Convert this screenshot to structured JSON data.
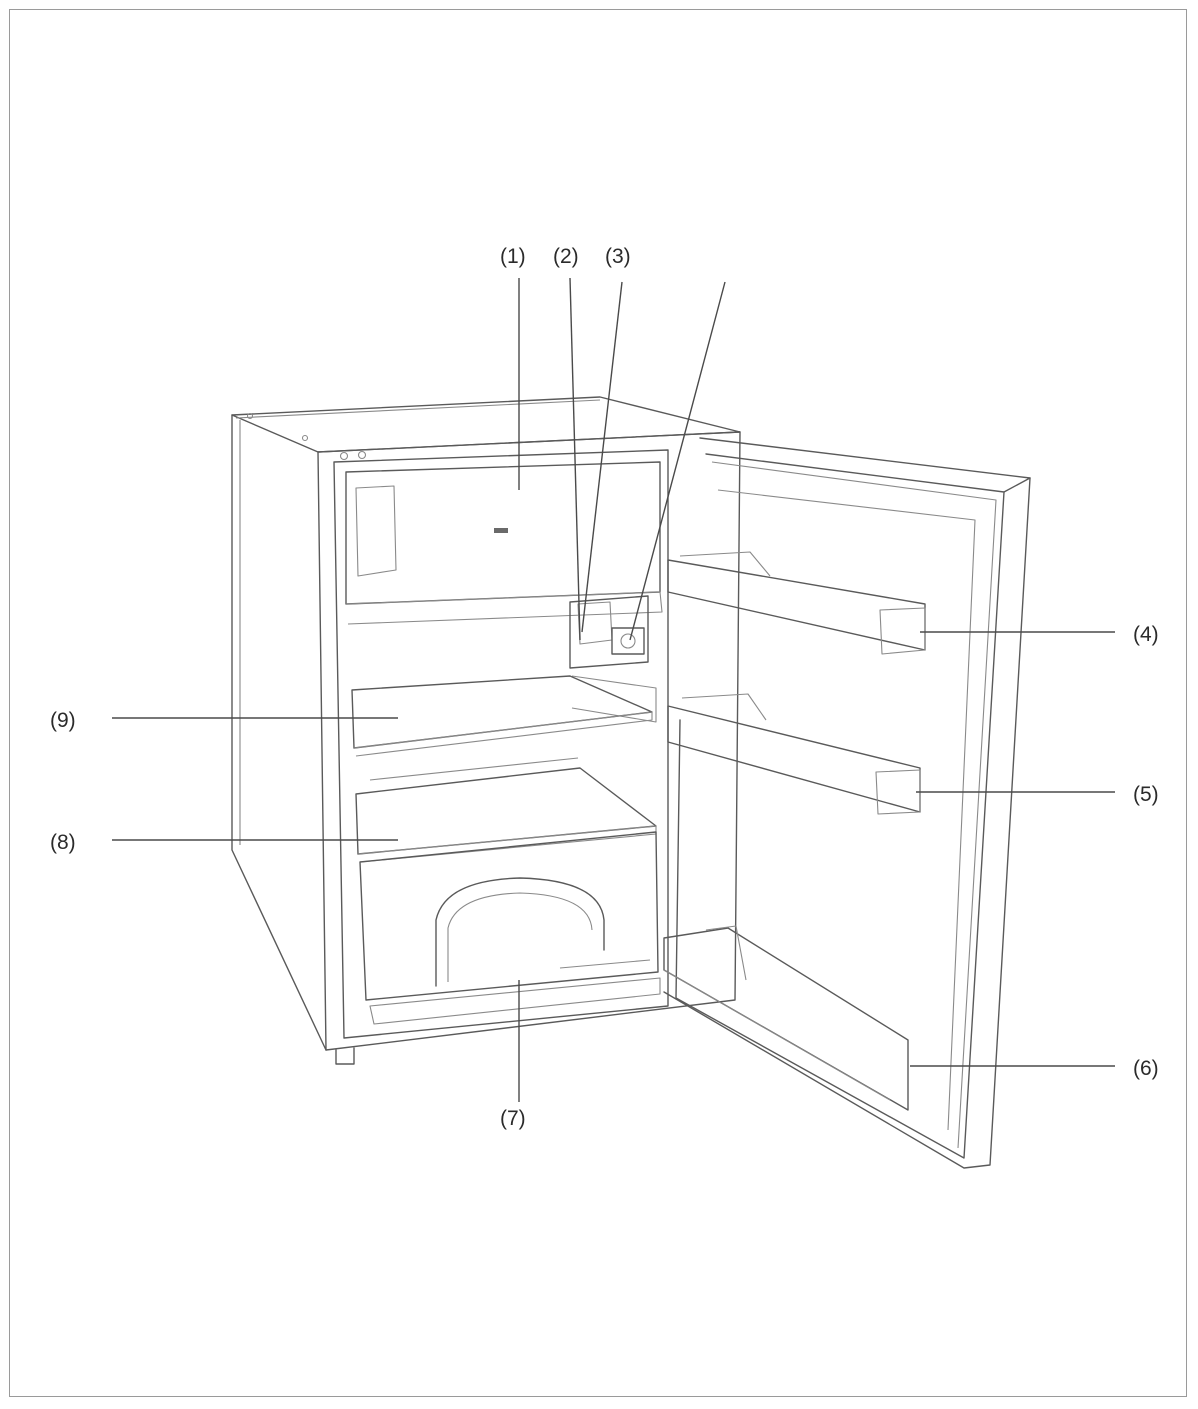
{
  "diagram": {
    "labels": {
      "l1": "(1)",
      "l2": "(2)",
      "l3": "(3)",
      "l4": "(4)",
      "l5": "(5)",
      "l6": "(6)",
      "l7": "(7)",
      "l8": "(8)",
      "l9": "(9)"
    }
  }
}
